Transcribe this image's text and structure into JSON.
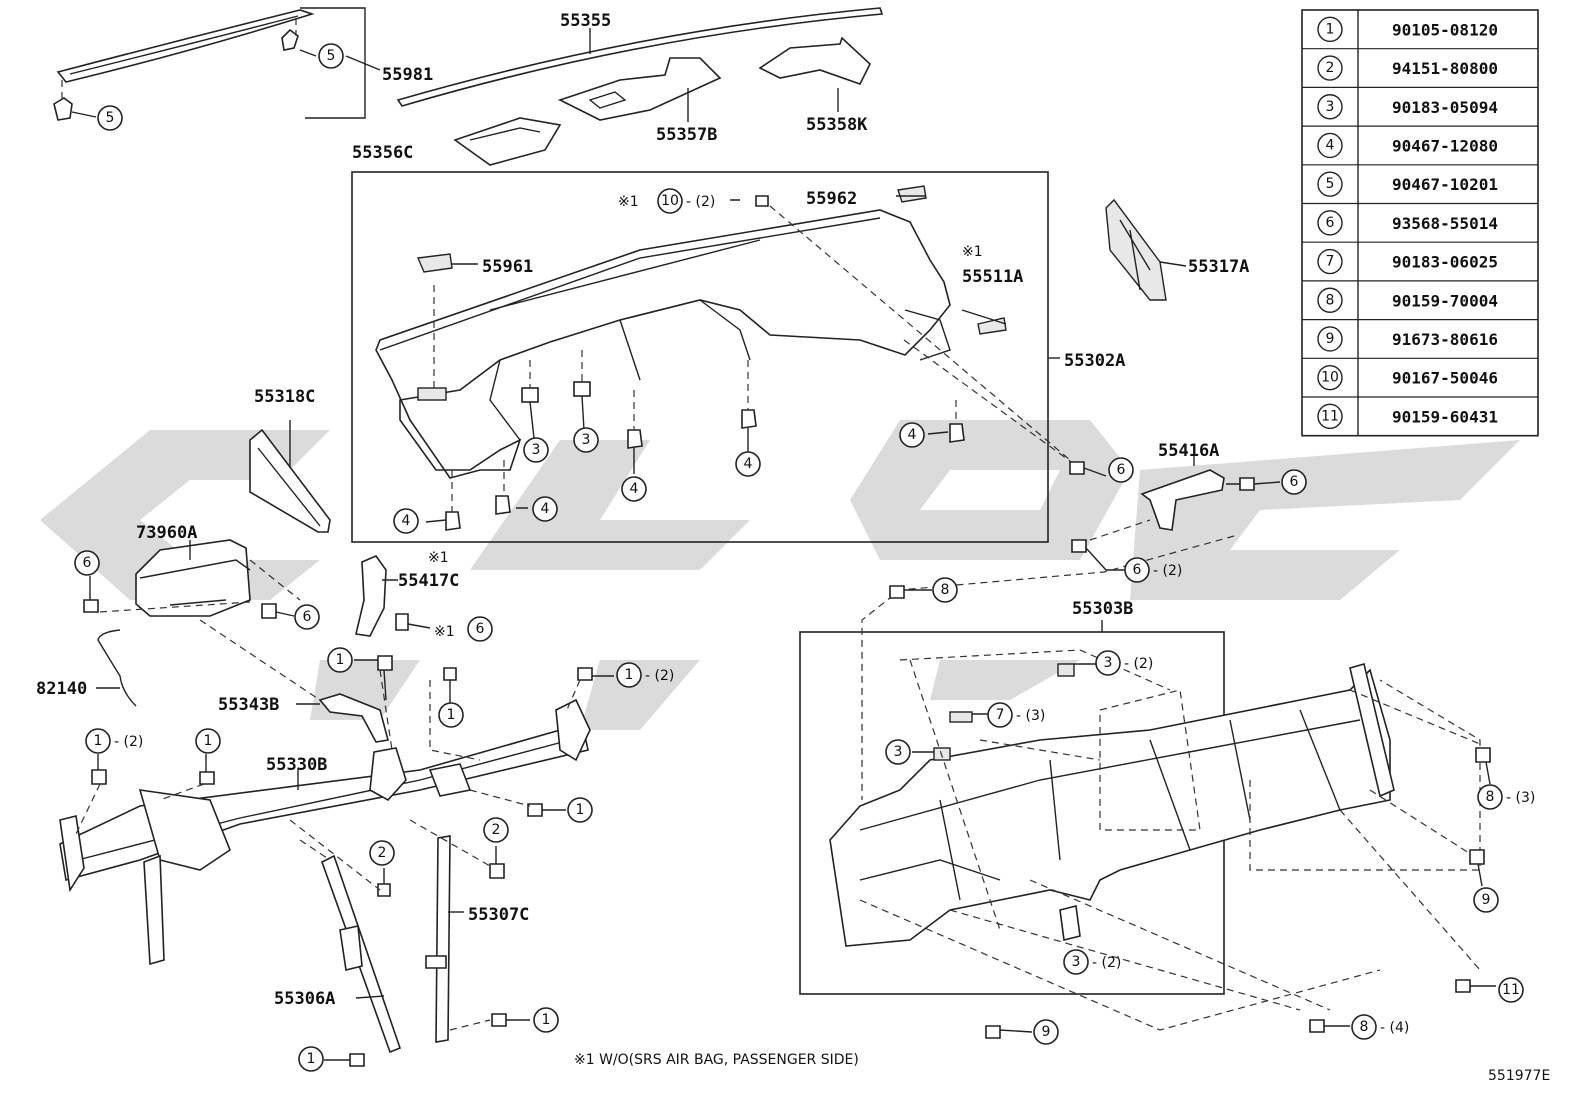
{
  "callouts": {
    "p55355": "55355",
    "p55981": "55981",
    "p55356C": "55356C",
    "p55357B": "55357B",
    "p55358K": "55358K",
    "p55962": "55962",
    "p55961": "55961",
    "p55511A": "55511A",
    "p55317A": "55317A",
    "p55302A": "55302A",
    "p55318C": "55318C",
    "p55416A": "55416A",
    "p73960A": "73960A",
    "p55417C": "55417C",
    "p55303B": "55303B",
    "p82140": "82140",
    "p55343B": "55343B",
    "p55330B": "55330B",
    "p55307C": "55307C",
    "p55306A": "55306A"
  },
  "marks": {
    "asterisk1": "※1",
    "q2": "- (2)",
    "q3": "- (3)",
    "q4": "- (4)"
  },
  "circle_nums": [
    "1",
    "2",
    "3",
    "4",
    "5",
    "6",
    "7",
    "8",
    "9",
    "10",
    "11"
  ],
  "legend": [
    {
      "n": "1",
      "part": "90105-08120"
    },
    {
      "n": "2",
      "part": "94151-80800"
    },
    {
      "n": "3",
      "part": "90183-05094"
    },
    {
      "n": "4",
      "part": "90467-12080"
    },
    {
      "n": "5",
      "part": "90467-10201"
    },
    {
      "n": "6",
      "part": "93568-55014"
    },
    {
      "n": "7",
      "part": "90183-06025"
    },
    {
      "n": "8",
      "part": "90159-70004"
    },
    {
      "n": "9",
      "part": "91673-80616"
    },
    {
      "n": "10",
      "part": "90167-50046"
    },
    {
      "n": "11",
      "part": "90159-60431"
    }
  ],
  "footnote": "※1 W/O(SRS AIR BAG, PASSENGER SIDE)",
  "diagram_id": "551977E"
}
